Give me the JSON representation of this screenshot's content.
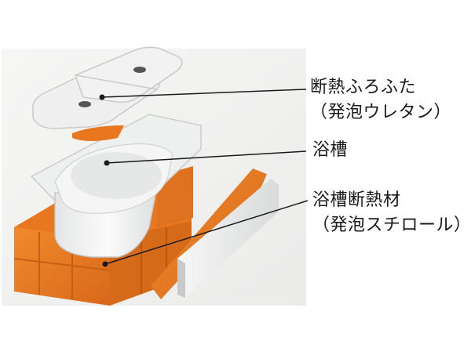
{
  "labels": {
    "lid": {
      "line1": "断熱ふろふた",
      "line2": "（発泡ウレタン）"
    },
    "tub": {
      "line1": "浴槽"
    },
    "insulation": {
      "line1": "浴槽断熱材",
      "line2": "（発泡スチロール）"
    }
  },
  "colors": {
    "background": "#ffffff",
    "photo_background": "#f3f3f2",
    "foam": "#e8771f",
    "foam_dark": "#c65f12",
    "tub": "#f2f3f2",
    "lid": "#ececec",
    "leader": "#1a1a1a"
  }
}
